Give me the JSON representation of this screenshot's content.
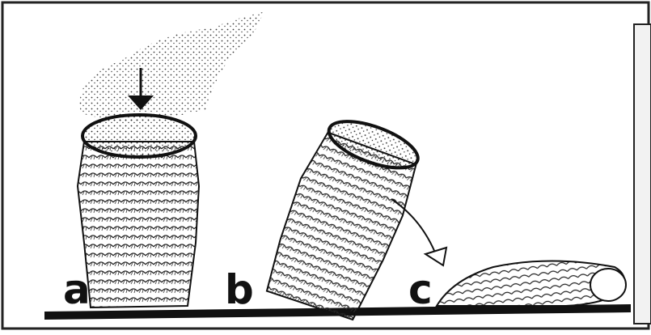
{
  "panels": [
    {
      "id": "a",
      "label": "a"
    },
    {
      "id": "b",
      "label": "b"
    },
    {
      "id": "c",
      "label": "c"
    }
  ],
  "colors": {
    "ink": "#111111",
    "background": "#ffffff",
    "frame": "#222222"
  }
}
